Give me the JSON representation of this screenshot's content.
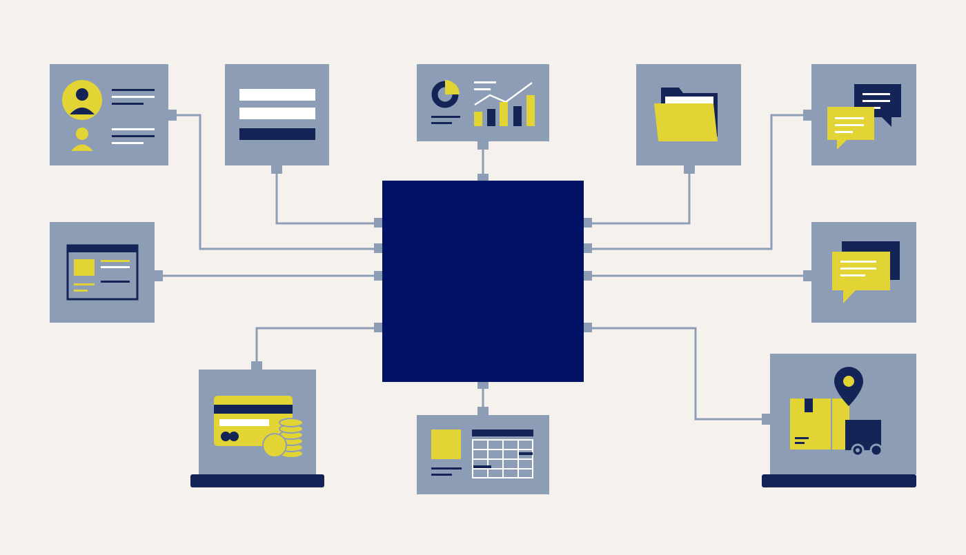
{
  "colors": {
    "background": "#f5f2ee",
    "panel": "#8d9db5",
    "connector": "#8d9db5",
    "hub": "#001166",
    "navy": "#142456",
    "yellow": "#e2d435",
    "white": "#ffffff"
  },
  "hub": {
    "icon": "central-hub",
    "label": ""
  },
  "modules": [
    {
      "id": "contacts",
      "icon": "user-profiles-icon"
    },
    {
      "id": "forms",
      "icon": "form-fields-icon"
    },
    {
      "id": "analytics",
      "icon": "chart-dashboard-icon"
    },
    {
      "id": "files",
      "icon": "folder-icon"
    },
    {
      "id": "messaging",
      "icon": "chat-bubbles-icon"
    },
    {
      "id": "web-content",
      "icon": "browser-window-icon"
    },
    {
      "id": "comments",
      "icon": "speech-bubble-icon"
    },
    {
      "id": "payments",
      "icon": "credit-card-coins-icon"
    },
    {
      "id": "scheduling",
      "icon": "spreadsheet-table-icon"
    },
    {
      "id": "logistics",
      "icon": "shipping-location-icon"
    }
  ]
}
